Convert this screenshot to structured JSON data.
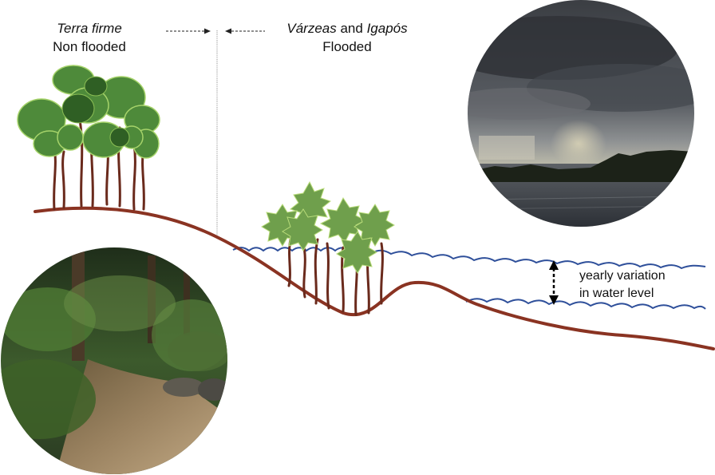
{
  "labels": {
    "terra_firme": {
      "title": "Terra firme",
      "subtitle": "Non flooded"
    },
    "flooded_zone": {
      "varzeas": "Várzeas",
      "and_text": " and ",
      "igapos": "Igapós",
      "subtitle": "Flooded"
    },
    "water_variation": {
      "line1": "yearly variation",
      "line2": "in water level"
    }
  },
  "colors": {
    "ground": "#8a3322",
    "water": "#2e4f9a",
    "terra_firme_canopy": "#4e8a3a",
    "terra_firme_canopy_dark": "#2f5f24",
    "flooded_canopy": "#6f9f4c",
    "trunk": "#6a2a1c",
    "divider": "#7a7a7a"
  },
  "photos": {
    "storm_photo": "storm over river photo",
    "stream_photo": "forest stream photo"
  }
}
